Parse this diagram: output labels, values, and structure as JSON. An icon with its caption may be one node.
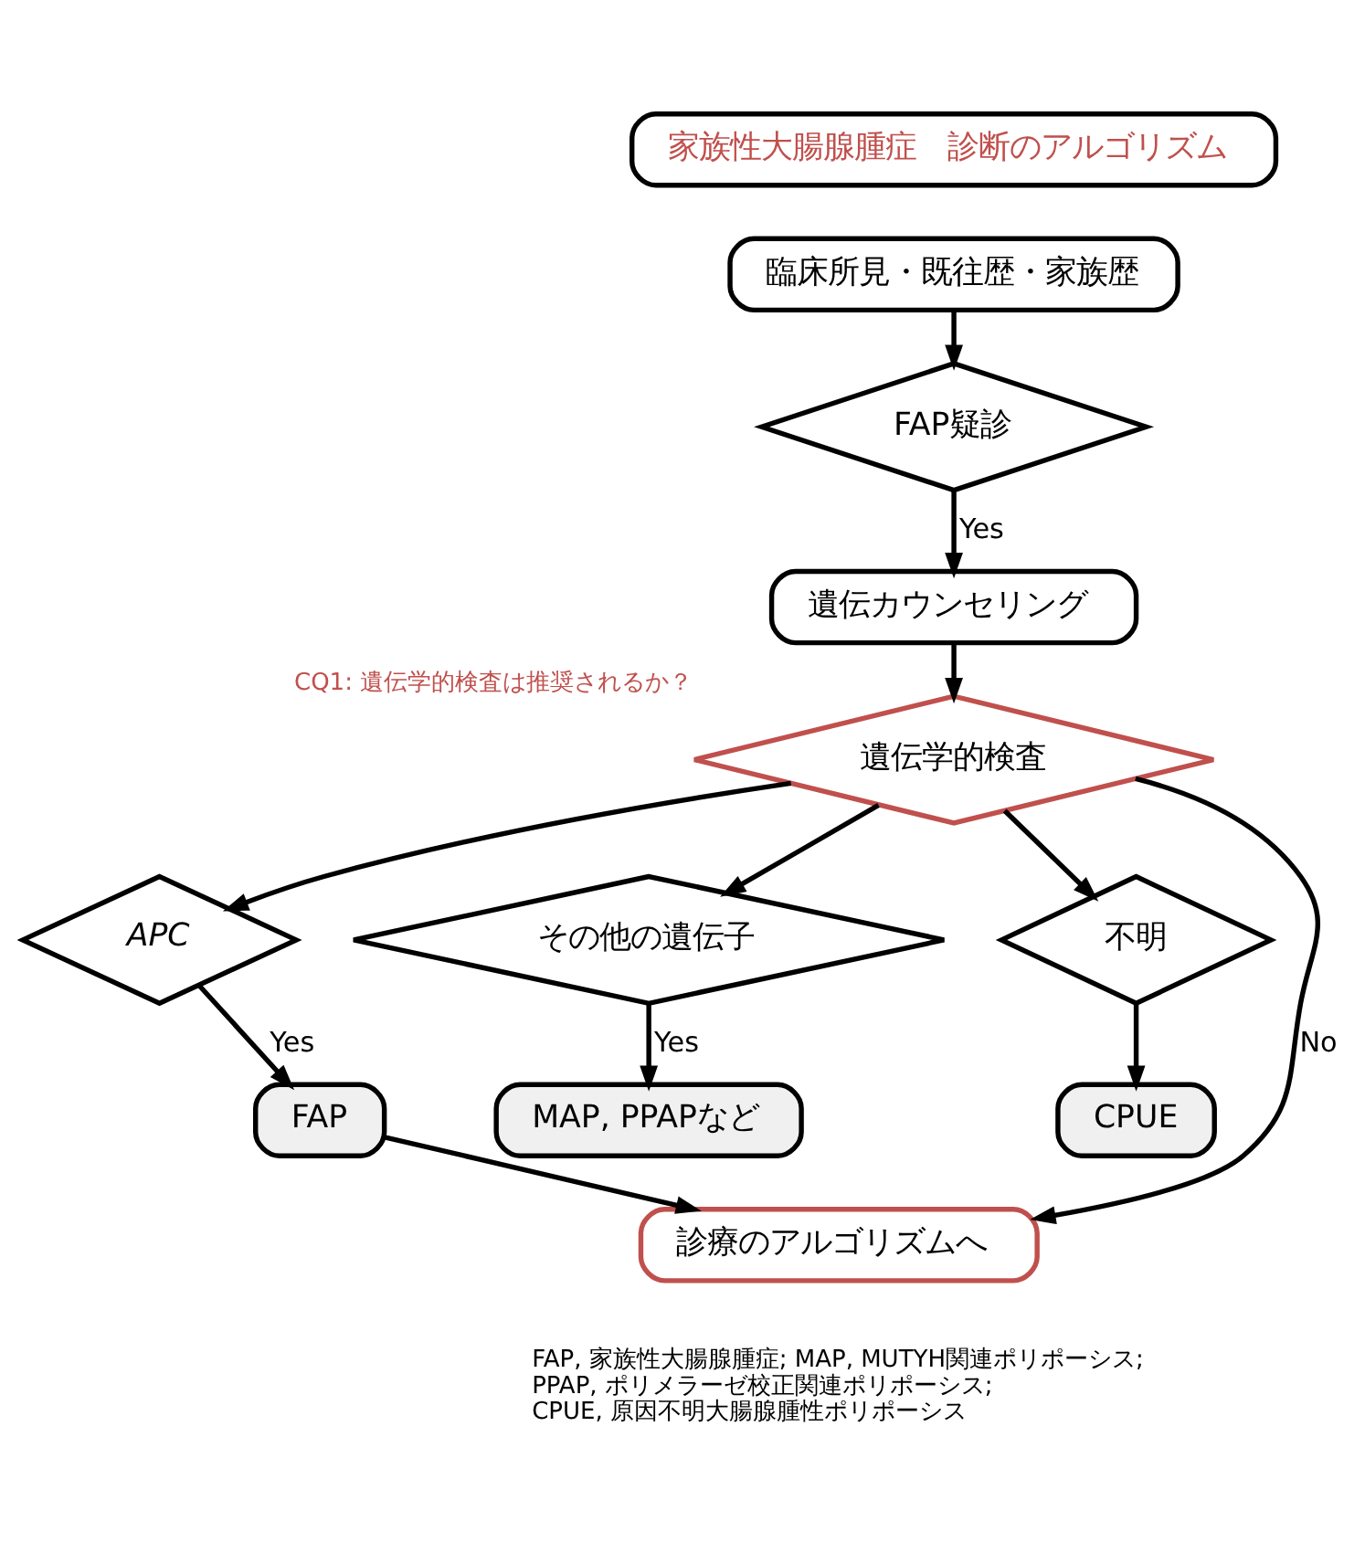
{
  "diagram": {
    "nodes": [
      {
        "text": [
          "家族性大腸腺腫症　診断のアルゴリズム"
        ]
      },
      {
        "text": [
          "臨床所見・既往歴・家族歴"
        ]
      },
      {
        "text": [
          "FAP疑診"
        ]
      },
      {
        "text": [
          "遺伝カウンセリング"
        ]
      },
      {
        "text": [
          "遺伝学的検査"
        ],
        "beside": [
          "CQ1: 遺伝学的検査は推奨されるか？"
        ]
      },
      {
        "text": [
          "APC"
        ]
      },
      {
        "text": [
          "その他の遺伝子"
        ]
      },
      {
        "text": [
          "不明"
        ]
      },
      {
        "text": [
          "FAP"
        ]
      },
      {
        "text": [
          "MAP, PPAPなど"
        ]
      },
      {
        "text": [
          "CPUE"
        ]
      },
      {
        "text": [
          "診療のアルゴリズムへ"
        ]
      }
    ],
    "edges": [
      {
        "from": 1,
        "to": 2,
        "arrow": "to"
      },
      {
        "from": 2,
        "to": 3,
        "arrow": "to",
        "label": "Yes"
      },
      {
        "from": 3,
        "to": 4,
        "arrow": "to"
      },
      {
        "from": 4,
        "to": 11,
        "arrow": "to",
        "label": "No"
      },
      {
        "from": 4,
        "to": 5,
        "arrow": "to"
      },
      {
        "from": 4,
        "to": 6,
        "arrow": "to"
      },
      {
        "from": 4,
        "to": 7,
        "arrow": "to"
      },
      {
        "from": 5,
        "to": 8,
        "arrow": "to",
        "label": "Yes"
      },
      {
        "from": 6,
        "to": 9,
        "arrow": "to",
        "label": "Yes"
      },
      {
        "from": 7,
        "to": 10,
        "arrow": "to"
      },
      {
        "from": 8,
        "to": 11,
        "arrow": "to"
      }
    ],
    "labels": [
      "FAP, 家族性大腸腺腫症; MAP, MUTYH関連ポリポーシス;",
      "PPAP, ポリメラーゼ校正関連ポリポーシス;",
      "CPUE, 原因不明大腸腺腫性ポリポーシス"
    ]
  }
}
